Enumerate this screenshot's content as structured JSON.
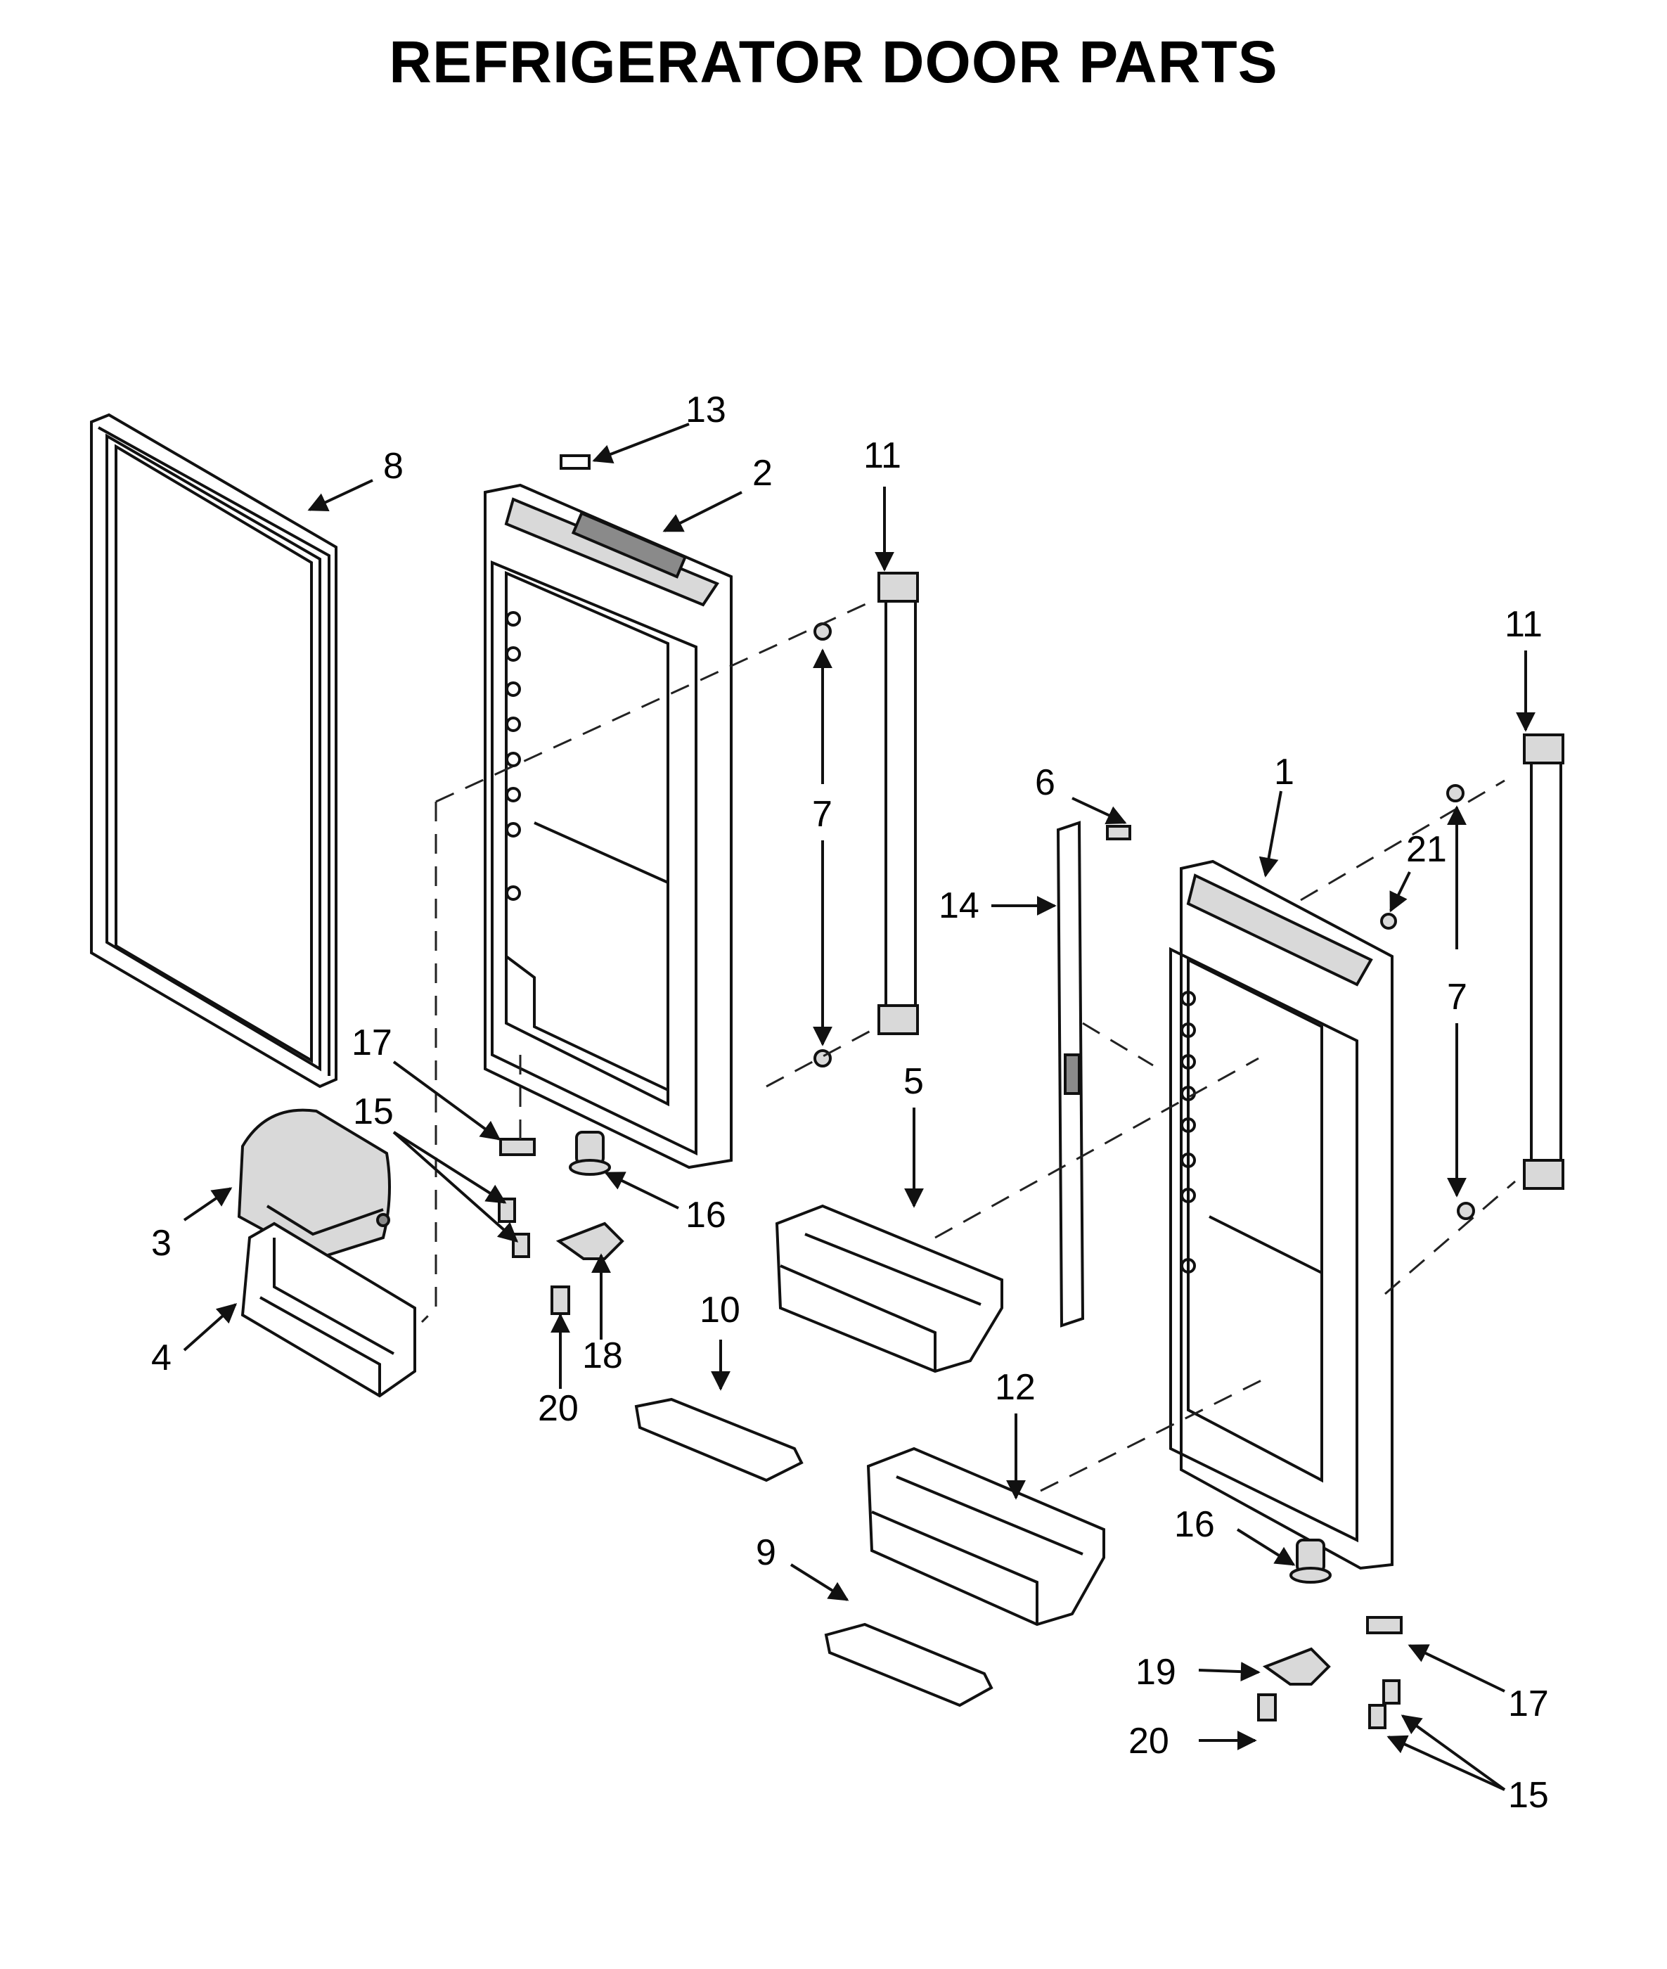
{
  "title": "REFRIGERATOR DOOR PARTS",
  "callouts": {
    "c1": "1",
    "c2": "2",
    "c3": "3",
    "c4": "4",
    "c5": "5",
    "c6": "6",
    "c7a": "7",
    "c7b": "7",
    "c8": "8",
    "c9": "9",
    "c10": "10",
    "c11a": "11",
    "c11b": "11",
    "c12": "12",
    "c13": "13",
    "c14": "14",
    "c15a": "15",
    "c15b": "15",
    "c16a": "16",
    "c16b": "16",
    "c17a": "17",
    "c17b": "17",
    "c18": "18",
    "c19": "19",
    "c20a": "20",
    "c20b": "20",
    "c21": "21"
  }
}
